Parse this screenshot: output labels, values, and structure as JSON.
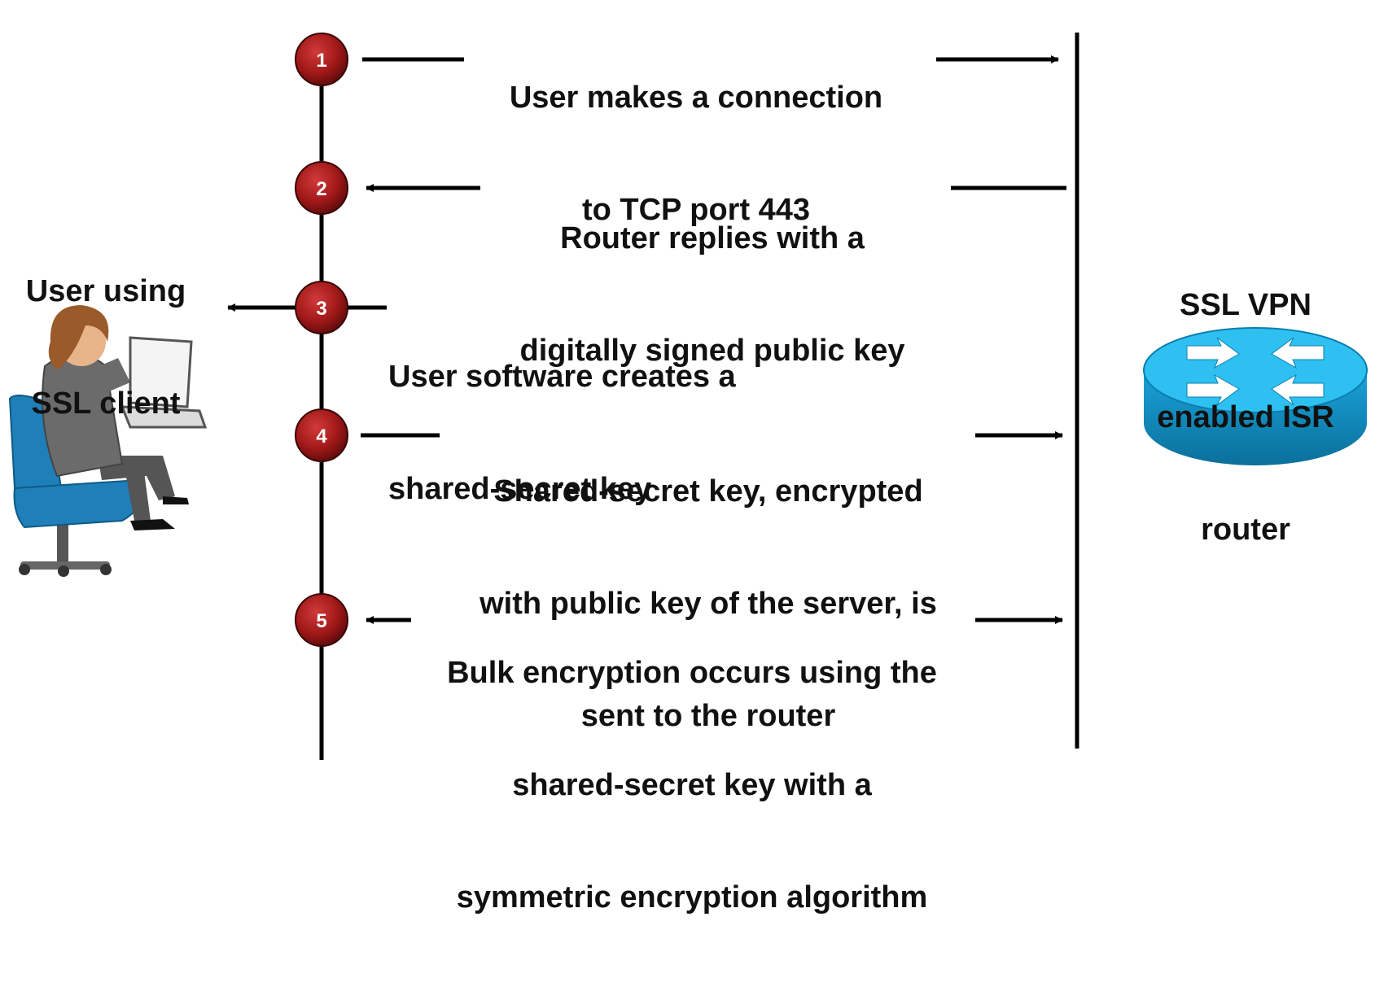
{
  "colors": {
    "line": "#000000",
    "step_circle": "#a01818",
    "step_circle_dark": "#5a0a0a",
    "step_number": "#ffffff",
    "router_body": "#1aa3d9",
    "router_top": "#2ec0f0",
    "router_side": "#0b7fb0",
    "user_jacket": "#6b6b6b",
    "user_hair": "#9a5a2a",
    "chair": "#1f7fb8"
  },
  "icons": {
    "user": "person-at-laptop-icon",
    "router": "cisco-router-icon"
  },
  "user": {
    "label": [
      "User using",
      "SSL client"
    ]
  },
  "router": {
    "label": [
      "SSL VPN",
      "enabled ISR",
      "router"
    ]
  },
  "steps": [
    {
      "number": "1",
      "text": [
        "User makes a connection",
        "to TCP port 443"
      ],
      "direction": "to-router"
    },
    {
      "number": "2",
      "text": [
        "Router replies with a",
        "digitally signed public key"
      ],
      "direction": "to-user"
    },
    {
      "number": "3",
      "text": [
        "User software creates a",
        "shared-secret key"
      ],
      "direction": "local"
    },
    {
      "number": "4",
      "text": [
        "Shared-secret key, encrypted",
        "with public key of the server, is",
        "sent to the router"
      ],
      "direction": "to-router"
    },
    {
      "number": "5",
      "text": [
        "Bulk encryption occurs using the",
        "shared-secret key with a",
        "symmetric encryption algorithm"
      ],
      "direction": "both"
    }
  ]
}
